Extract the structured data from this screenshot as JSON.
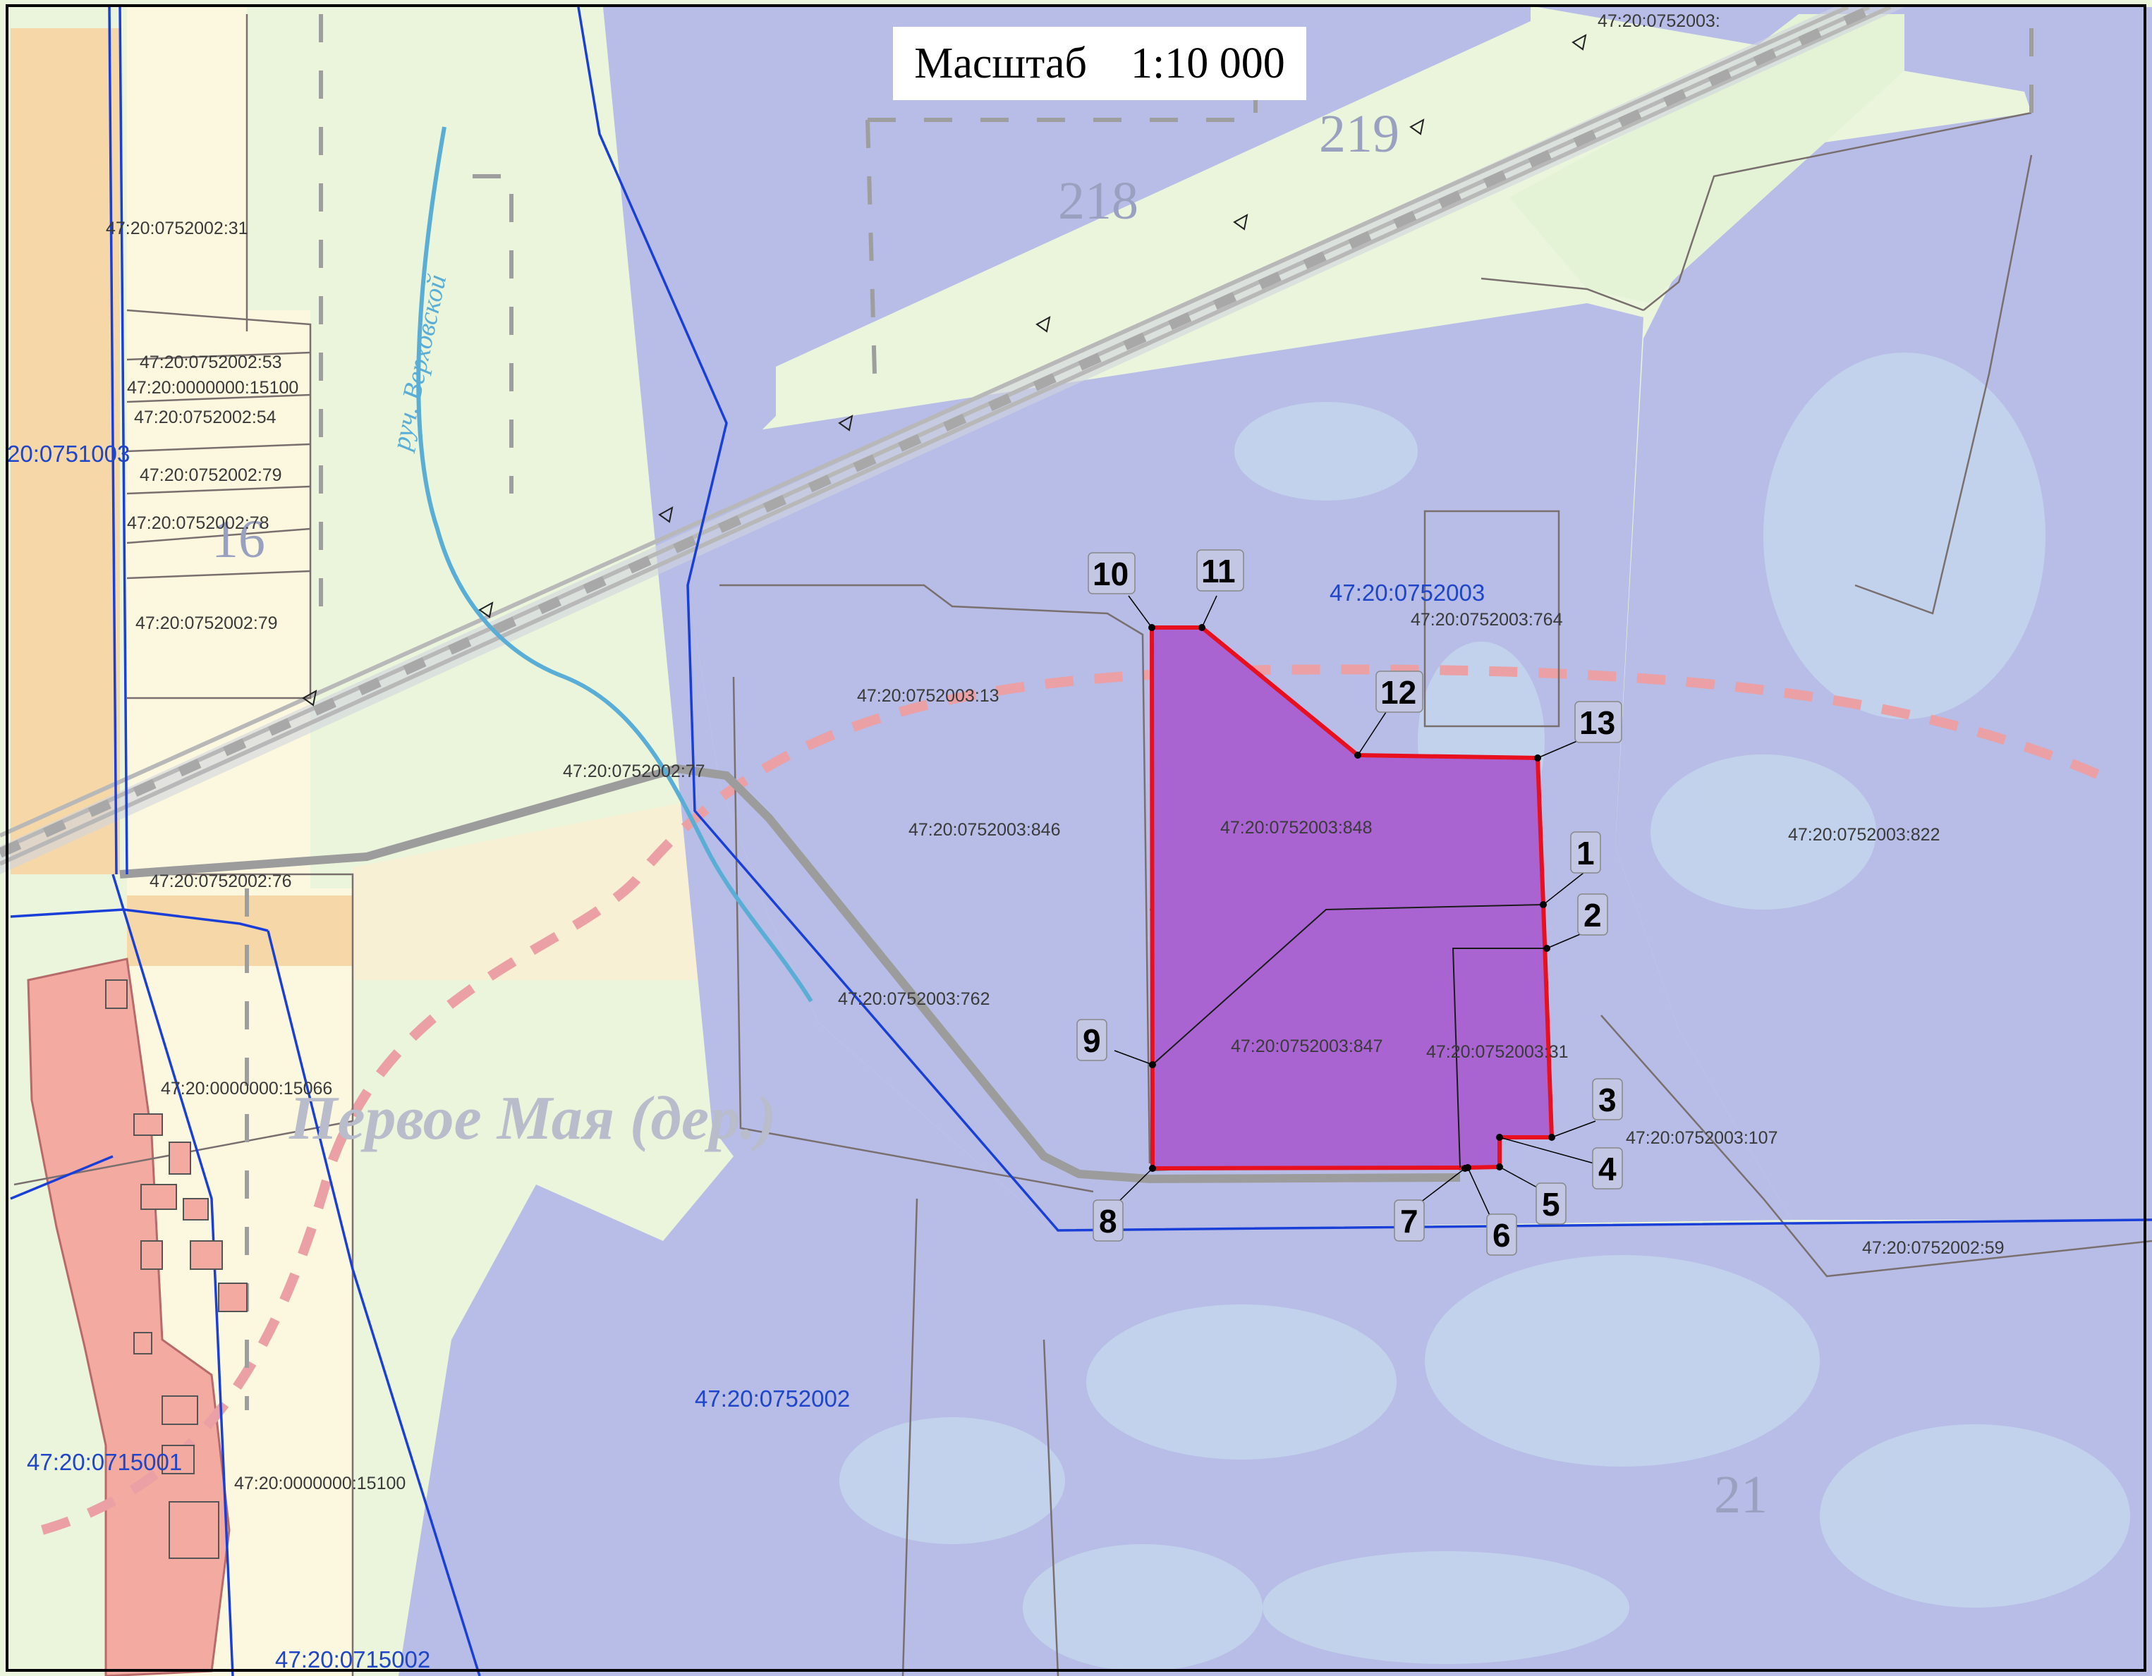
{
  "scale": {
    "text": "Масштаб    1:10 000"
  },
  "place_name": "Первое Мая (дер.)",
  "river_name": "руч. Верховской",
  "quarter_numbers": {
    "q218": "218",
    "q219": "219",
    "q21": "21",
    "q16": "16"
  },
  "blocks": {
    "b0752003": "47:20:0752003",
    "b0752002": "47:20:0752002",
    "b0751003": "20:0751003",
    "b0715001": "47:20:0715001",
    "b0715002": "47:20:0715002"
  },
  "parcels": {
    "p2003_top": "47:20:0752003:",
    "p2002_31": "47:20:0752002:31",
    "p2002_53": "47:20:0752002:53",
    "p0000_15100a": "47:20:0000000:15100",
    "p2002_54": "47:20:0752002:54",
    "p2002_79a": "47:20:0752002:79",
    "p2002_78": "47:20:0752002:78",
    "p2002_79b": "47:20:0752002:79",
    "p2003_764": "47:20:0752003:764",
    "p2003_13": "47:20:0752003:13",
    "p2002_77": "47:20:0752002:77",
    "p2003_846": "47:20:0752003:846",
    "p2003_848": "47:20:0752003:848",
    "p2003_822": "47:20:0752003:822",
    "p2002_76": "47:20:0752002:76",
    "p2003_762": "47:20:0752003:762",
    "p2003_847": "47:20:0752003:847",
    "p2003_31": "47:20:0752003:31",
    "p0000_15066": "47:20:0000000:15066",
    "p2003_107": "47:20:0752003:107",
    "p2002_59": "47:20:0752002:59",
    "p0000_15100b": "47:20:0000000:15100"
  },
  "boundary_points": [
    "1",
    "2",
    "3",
    "4",
    "5",
    "6",
    "7",
    "8",
    "9",
    "10",
    "11",
    "12",
    "13"
  ],
  "colors": {
    "background": "#eaf5dc",
    "block_fill": "#b7bde6",
    "target_fill": "#a964d2",
    "target_outline": "#e8101e",
    "block_border": "#1a3fd8",
    "settlement": "#f3aaa0",
    "orange_zone": "#f6d8a8",
    "light_zone": "#fcf8df",
    "railway": "#b8b8b8",
    "dashed_line": "#eaa0a4"
  }
}
